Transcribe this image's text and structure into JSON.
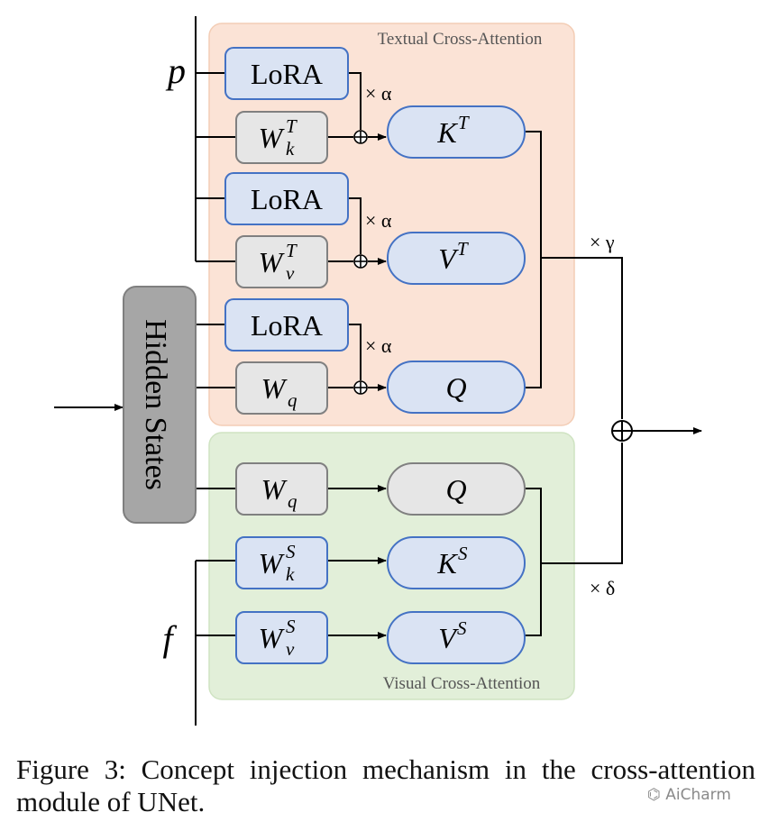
{
  "diagram": {
    "regions": {
      "textual": "Textual Cross-Attention",
      "visual": "Visual Cross-Attention"
    },
    "inputs": {
      "prompt": "p",
      "feature": "f",
      "hidden_states": "Hidden States"
    },
    "textual_blocks": {
      "lora_1": "LoRA",
      "lora_2": "LoRA",
      "lora_3": "LoRA",
      "wk": {
        "base": "W",
        "sub": "k",
        "sup": "T"
      },
      "wv": {
        "base": "W",
        "sub": "v",
        "sup": "T"
      },
      "wq": {
        "base": "W",
        "sub": "q",
        "sup": ""
      },
      "k": {
        "base": "K",
        "sup": "T"
      },
      "v": {
        "base": "V",
        "sup": "T"
      },
      "q": {
        "base": "Q",
        "sup": ""
      }
    },
    "visual_blocks": {
      "wq": {
        "base": "W",
        "sub": "q",
        "sup": ""
      },
      "wk": {
        "base": "W",
        "sub": "k",
        "sup": "S"
      },
      "wv": {
        "base": "W",
        "sub": "v",
        "sup": "S"
      },
      "q": {
        "base": "Q",
        "sup": ""
      },
      "k": {
        "base": "K",
        "sup": "S"
      },
      "v": {
        "base": "V",
        "sup": "S"
      }
    },
    "scales": {
      "alpha_1": "× α",
      "alpha_2": "× α",
      "alpha_3": "× α",
      "gamma": "× γ",
      "delta": "× δ"
    },
    "colors": {
      "textual_region": "#fbe3d6",
      "visual_region": "#e2efd9",
      "blue_box": "#dae3f3",
      "blue_stroke": "#4472c4",
      "gray_box": "#e6e6e6",
      "gray_stroke": "#808080",
      "hidden_states_box": "#a6a6a6"
    }
  },
  "caption": "Figure 3: Concept injection mechanism in the cross-attention module of UNet.",
  "watermark": "AiCharm"
}
